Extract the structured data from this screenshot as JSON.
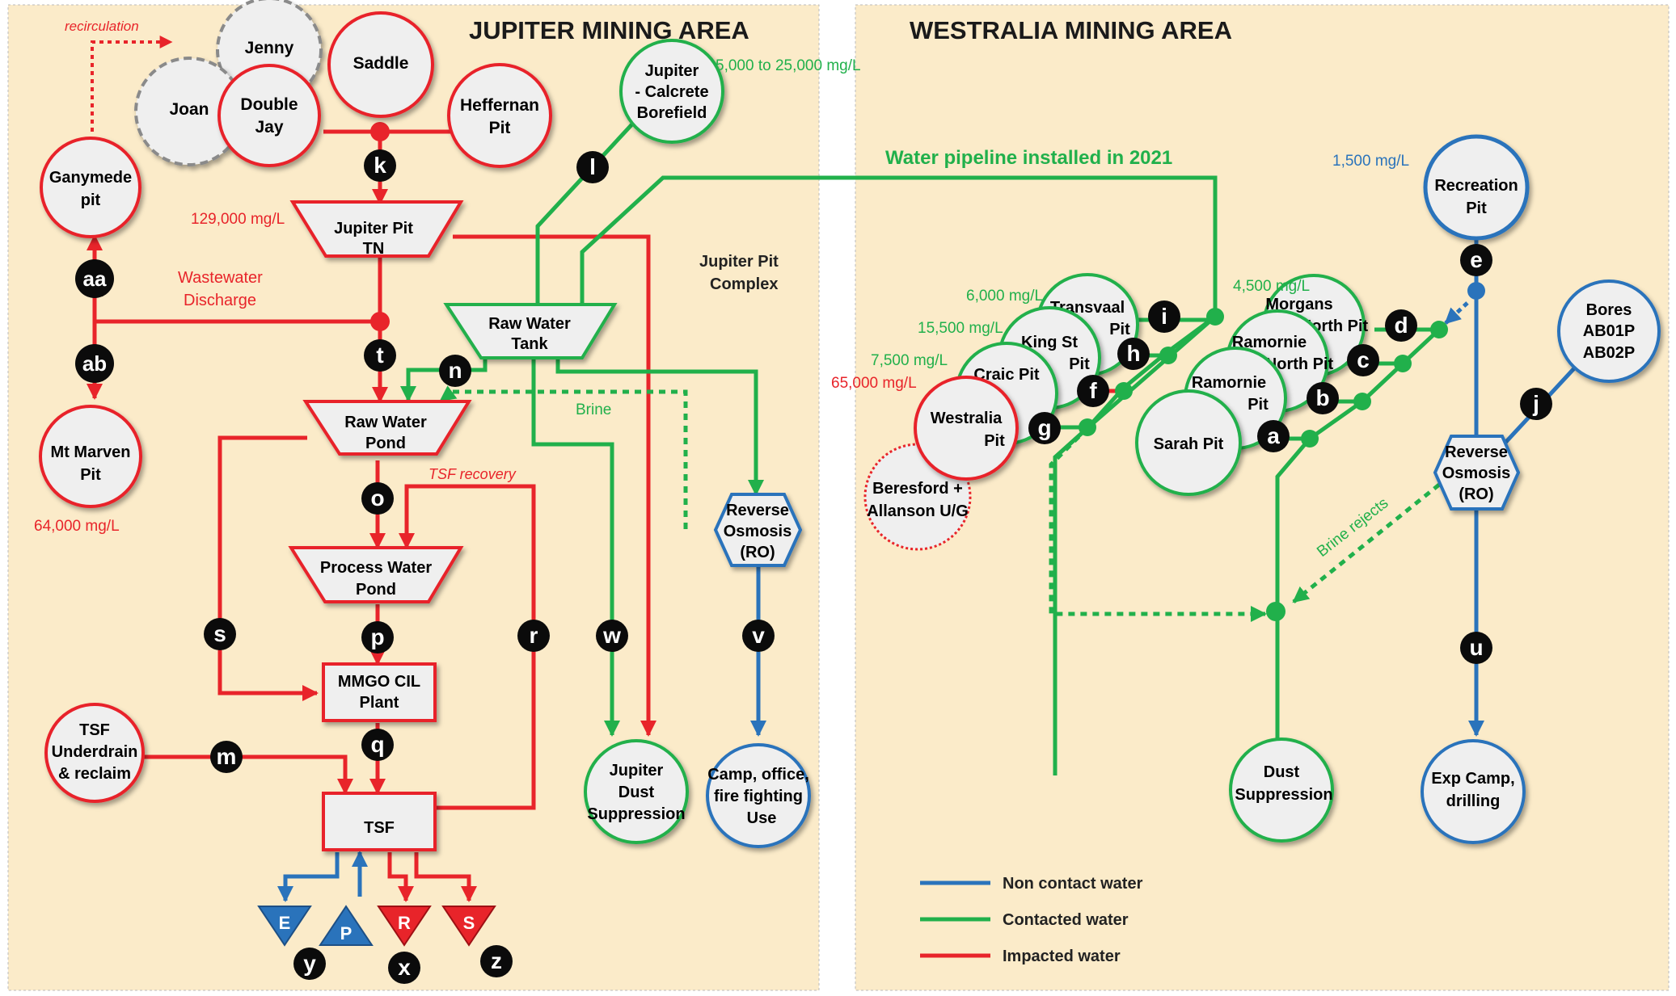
{
  "areas": {
    "jupiter_title": "JUPITER MINING AREA",
    "westralia_title": "WESTRALIA MINING AREA"
  },
  "colors": {
    "red": "#e8242a",
    "green": "#21b04b",
    "blue": "#2a73bb",
    "bg": "#fbebc9",
    "grey": "#8a8a8a"
  },
  "jupiter": {
    "recirculation": "recirculation",
    "jenny": "Jenny",
    "joan": "Joan",
    "saddle": "Saddle",
    "double_jay": [
      "Double",
      "Jay"
    ],
    "heffernan": [
      "Heffernan",
      "Pit"
    ],
    "ganymede": [
      "Ganymede",
      "pit"
    ],
    "calcrete": [
      "Jupiter",
      "- Calcrete",
      "Borefield"
    ],
    "calcrete_salinity": "5,000 to 25,000 mg/L",
    "jupiter_pit_tn": [
      "Jupiter Pit",
      "TN"
    ],
    "jupiter_salinity": "129,000 mg/L",
    "wastewater": [
      "Wastewater",
      "Discharge"
    ],
    "pit_complex": [
      "Jupiter Pit",
      "Complex"
    ],
    "raw_water_tank": [
      "Raw Water",
      "Tank"
    ],
    "raw_water_pond": [
      "Raw Water",
      "Pond"
    ],
    "brine": "Brine",
    "mt_marven": [
      "Mt Marven",
      "Pit"
    ],
    "mt_marven_salinity": "64,000 mg/L",
    "tsf_recovery": "TSF recovery",
    "process_water_pond": [
      "Process Water",
      "Pond"
    ],
    "ro": [
      "Reverse",
      "Osmosis",
      "(RO)"
    ],
    "mmgo": [
      "MMGO CIL",
      "Plant"
    ],
    "tsf_underdrain": [
      "TSF",
      "Underdrain",
      "& reclaim"
    ],
    "tsf": "TSF",
    "dust": [
      "Jupiter",
      "Dust",
      "Suppression"
    ],
    "camp": [
      "Camp, office,",
      "fire fighting",
      "Use"
    ],
    "triangles": [
      "E",
      "P",
      "R",
      "S"
    ]
  },
  "westralia": {
    "pipeline": "Water pipeline installed in 2021",
    "recreation": [
      "Recreation",
      "Pit"
    ],
    "recreation_salinity": "1,500 mg/L",
    "bores": [
      "Bores",
      "AB01P",
      "AB02P"
    ],
    "transvaal": [
      "Transvaal",
      "Pit"
    ],
    "transvaal_salinity": "6,000 mg/L",
    "kingst": [
      "King St",
      "Pit"
    ],
    "kingst_salinity": "15,500 mg/L",
    "craic": "Craic Pit",
    "craic_salinity": "7,500 mg/L",
    "westralia": [
      "Westralia",
      "Pit"
    ],
    "westralia_salinity": "65,000 mg/L",
    "beresford": [
      "Beresford +",
      "Allanson U/G"
    ],
    "morgans": [
      "Morgans",
      "North Pit"
    ],
    "morgans_salinity": "4,500 mg/L",
    "ramornie_north": [
      "Ramornie",
      "North Pit"
    ],
    "ramornie": [
      "Ramornie",
      "Pit"
    ],
    "sarah": "Sarah Pit",
    "ro": [
      "Reverse",
      "Osmosis",
      "(RO)"
    ],
    "brine_rejects": "Brine rejects",
    "dust": [
      "Dust",
      "Suppression"
    ],
    "exp_camp": [
      "Exp Camp,",
      "drilling"
    ]
  },
  "legend": {
    "non_contact": "Non contact water",
    "contacted": "Contacted water",
    "impacted": "Impacted water"
  },
  "markers": [
    "a",
    "b",
    "c",
    "d",
    "e",
    "f",
    "g",
    "h",
    "i",
    "j",
    "k",
    "l",
    "m",
    "n",
    "o",
    "p",
    "q",
    "r",
    "s",
    "t",
    "u",
    "v",
    "w",
    "x",
    "y",
    "z",
    "aa",
    "ab"
  ]
}
